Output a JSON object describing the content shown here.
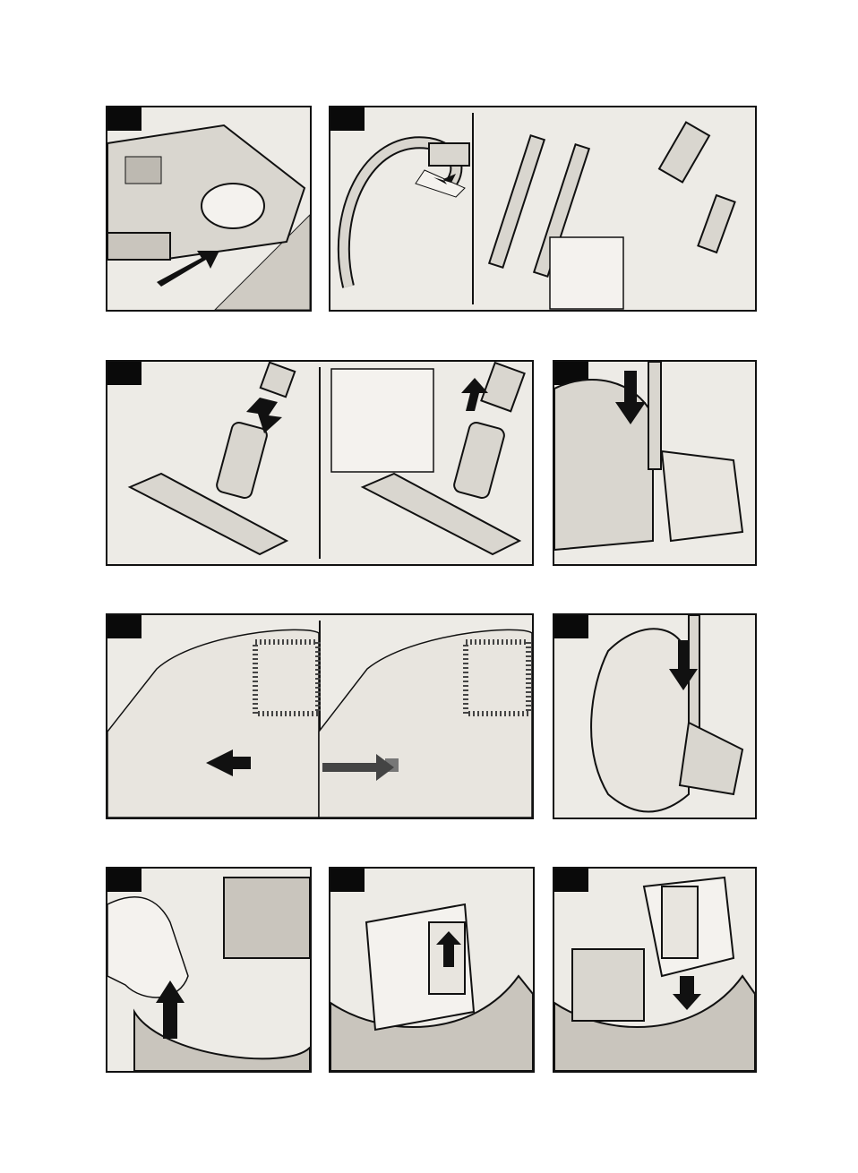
{
  "page": {
    "description_hidden": "",
    "panels": [
      {
        "id": "1",
        "step_label": ""
      },
      {
        "id": "2",
        "step_label": ""
      },
      {
        "id": "3",
        "step_label": ""
      },
      {
        "id": "4",
        "step_label": ""
      },
      {
        "id": "5",
        "step_label": ""
      },
      {
        "id": "6",
        "step_label": ""
      },
      {
        "id": "7",
        "step_label": ""
      },
      {
        "id": "8",
        "step_label": ""
      },
      {
        "id": "9",
        "step_label": ""
      }
    ]
  },
  "colors": {
    "panel_bg": "#edebe6",
    "ink": "#111111",
    "tab": "#0a0a0a",
    "carpet": "#c8c5be"
  }
}
